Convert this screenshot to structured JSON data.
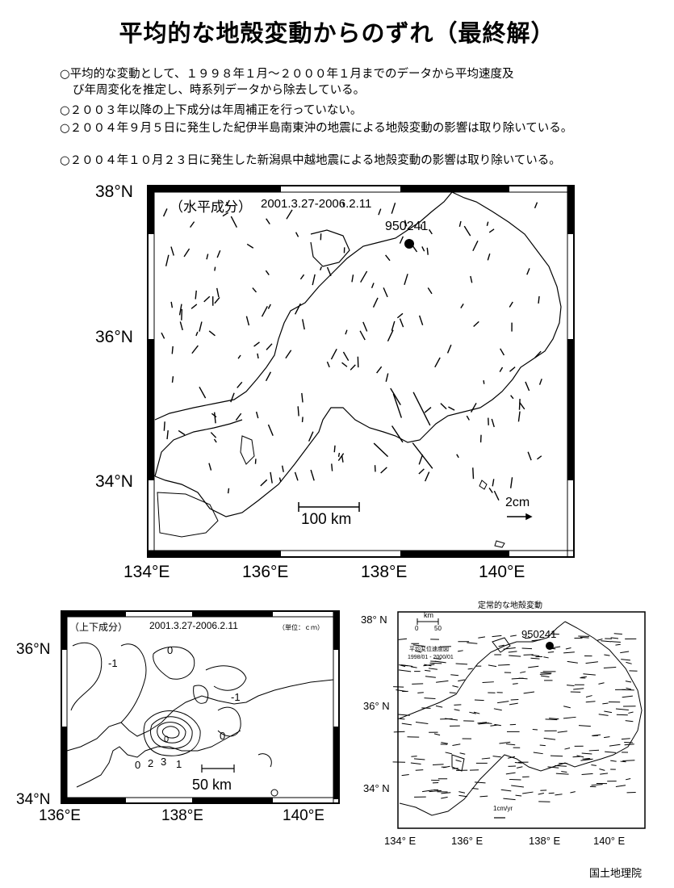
{
  "title": "平均的な地殻変動からのずれ（最終解）",
  "notes": [
    "○平均的な変動として、１９９８年１月～２０００年１月までのデータから平均速度及",
    "び年周変化を推定し、時系列データから除去している。",
    "○２００３年以降の上下成分は年周補正を行っていない。",
    "○２００４年９月５日に発生した紀伊半島南東沖の地震による地殻変動の影響は取り除いている。",
    "○２００４年１０月２３日に発生した新潟県中越地震による地殻変動の影響は取り除いている。"
  ],
  "main_map": {
    "label": "（水平成分）",
    "period": "2001.3.27-2006.2.11",
    "station": "950241",
    "scale_label": "100 km",
    "vector_scale_label": "2cm",
    "lat_labels": [
      "38°N",
      "36°N",
      "34°N"
    ],
    "lon_labels": [
      "134°E",
      "136°E",
      "138°E",
      "140°E"
    ]
  },
  "vertical_map": {
    "label": "（上下成分）",
    "period": "2001.3.27-2006.2.11",
    "unit": "（単位：ｃｍ）",
    "contour_labels": [
      "-1",
      "0",
      "-1",
      "0",
      "0",
      "2",
      "3",
      "1",
      "0"
    ],
    "scale_label": "50 km",
    "lat_labels": [
      "36°N",
      "34°N"
    ],
    "lon_labels": [
      "136°E",
      "138°E",
      "140°E"
    ]
  },
  "steady_map": {
    "title": "定常的な地殻変動",
    "station": "950241",
    "scale_unit": "km",
    "scale_ticks": [
      "0",
      "50"
    ],
    "legend_title": "平均変位速度図",
    "legend_period": "1998/01 - 2000/01",
    "vector_scale_label": "1cm/yr",
    "lat_labels": [
      "38° N",
      "36° N",
      "34° N"
    ],
    "lon_labels": [
      "134° E",
      "136° E",
      "138° E",
      "140° E"
    ]
  },
  "credit": "国土地理院"
}
